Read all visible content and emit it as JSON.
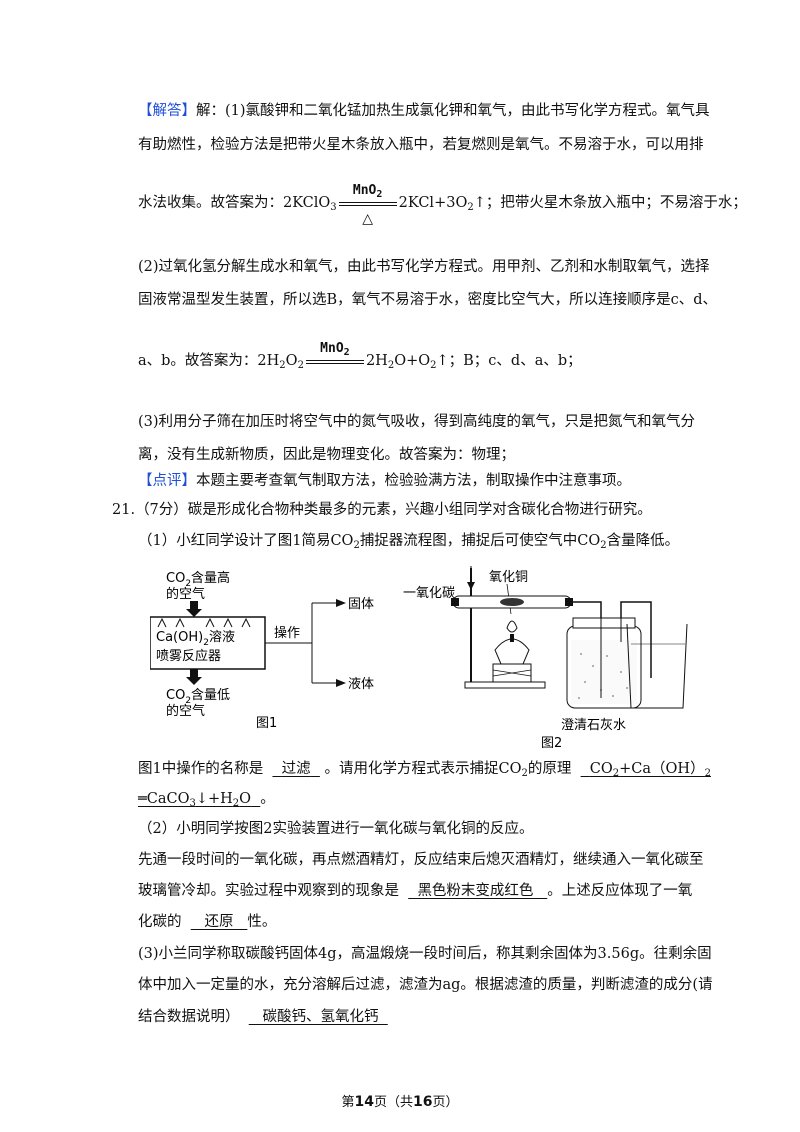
{
  "answer": {
    "tag": "【解答】",
    "l1_rest": "解：(1)氯酸钾和二氧化锰加热生成氯化钾和氧气，由此书写化学方程式。氧气具",
    "l2": "有助燃性，检验方法是把带火星木条放入瓶中，若复燃则是氧气。不易溶于水，可以用排",
    "l3_a": "水法收集。故答案为：2KClO",
    "l3_sub": "3",
    "eq1_top": "MnO",
    "eq1_top_sub": "2",
    "eq1_bottom": "△",
    "l3_b": "2KCl+3O",
    "l3_b_sub": "2",
    "l3_c": "↑；把带火星木条放入瓶中；不易溶于水；",
    "l4": "(2)过氧化氢分解生成水和氧气，由此书写化学方程式。用甲剂、乙剂和水制取氧气，选择",
    "l5": "固液常温型发生装置，所以选B，氧气不易溶于水，密度比空气大，所以连接顺序是c、d、",
    "l6_a": "a、b。故答案为：2H",
    "l6_a_sub": "2",
    "l6_a2": "O",
    "l6_a2_sub": "2",
    "eq2_top": "MnO",
    "eq2_top_sub": "2",
    "l6_b": "2H",
    "l6_b_sub": "2",
    "l6_b2": "O+O",
    "l6_b2_sub": "2",
    "l6_c": "↑；B；c、d、a、b；",
    "l7": "(3)利用分子筛在加压时将空气中的氮气吸收，得到高纯度的氧气，只是把氮气和氧气分",
    "l8": "离，没有生成新物质，因此是物理变化。故答案为：物理；"
  },
  "comment": {
    "tag": "【点评】",
    "text": "本题主要考查氧气制取方法，检验验满方法，制取操作中注意事项。"
  },
  "q21": {
    "number": "21.",
    "intro": "（7分）碳是形成化合物种类最多的元素，兴趣小组同学对含碳化合物进行研究。",
    "p1_a": "（1）小红同学设计了图1简易CO",
    "p1_a_sub": "2",
    "p1_b": "捕捉器流程图，捕捉后可使空气中CO",
    "p1_b_sub": "2",
    "p1_c": "含量降低。",
    "fig1": {
      "in_top1": "CO",
      "in_top1_sub": "2",
      "in_top1_rest": "含量高",
      "in_top2": "的空气",
      "box1": "Ca(OH)",
      "box1_sub": "2",
      "box1_rest": "溶液",
      "box2": "喷雾反应器",
      "op": "操作",
      "solid": "固体",
      "liquid": "液体",
      "out1": "CO",
      "out1_sub": "2",
      "out1_rest": "含量低",
      "out2": "的空气",
      "caption": "图1"
    },
    "fig2": {
      "co_label": "一氧化碳",
      "cuo_label": "氧化铜",
      "lime_label": "澄清石灰水",
      "caption": "图2"
    },
    "q1_a": "图1中操作的名称是",
    "q1_ans1": "过滤",
    "q1_b": "。请用化学方程式表示捕捉CO",
    "q1_b_sub": "2",
    "q1_c": "的原理",
    "q1_ans2_a": "CO",
    "q1_ans2_a_sub": "2",
    "q1_ans2_b": "+Ca（OH）",
    "q1_ans2_b_sub": "2",
    "q1_ans2_c": "═CaCO",
    "q1_ans2_c_sub": "3",
    "q1_ans2_d": "↓+H",
    "q1_ans2_d_sub": "2",
    "q1_ans2_e": "O",
    "q1_end": "。",
    "p2": "（2）小明同学按图2实验装置进行一氧化碳与氧化铜的反应。",
    "p2_l1": "先通一段时间的一氧化碳，再点燃酒精灯，反应结束后熄灭酒精灯，继续通入一氧化碳至",
    "p2_l2_a": "玻璃管冷却。实验过程中观察到的现象是",
    "p2_ans1": "黑色粉末变成红色",
    "p2_l2_b": "。上述反应体现了一氧",
    "p2_l3_a": "化碳的",
    "p2_ans2": "还原",
    "p2_l3_b": "性。",
    "p3_l1": "(3)小兰同学称取碳酸钙固体4g，高温煅烧一段时间后，称其剩余固体为3.56g。往剩余固",
    "p3_l2": "体中加入一定量的水，充分溶解后过滤，滤渣为ag。根据滤渣的质量，判断滤渣的成分(请",
    "p3_l3_a": "结合数据说明）",
    "p3_ans": "碳酸钙、氢氧化钙"
  },
  "footer": {
    "a": "第",
    "page": "14",
    "b": "页（共",
    "total": "16",
    "c": "页）"
  }
}
